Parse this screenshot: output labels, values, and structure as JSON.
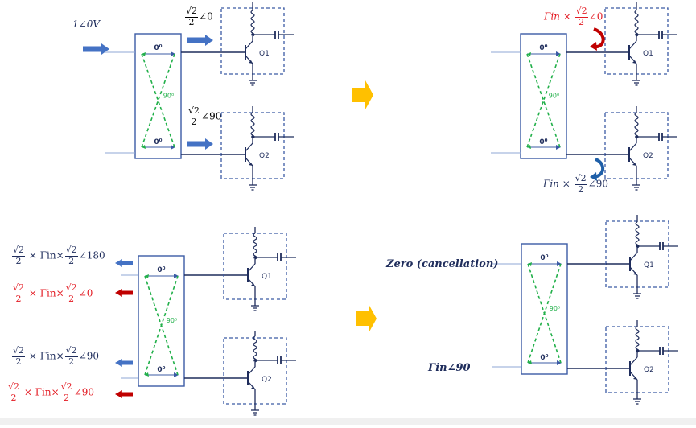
{
  "panels": {
    "top_left": {
      "input_label": "1∠0V",
      "port1_ratio": "√2",
      "port1_den": "2",
      "port1_angle": "∠0",
      "port2_ratio": "√2",
      "port2_den": "2",
      "port2_angle": "∠90",
      "top_phase": "0⁰",
      "mid_phase": "90⁰",
      "bot_phase": "0⁰",
      "q1": "Q1",
      "q2": "Q2"
    },
    "top_right": {
      "refl1_gamma": "Γin",
      "refl1_times": "×",
      "refl1_ratio": "√2",
      "refl1_den": "2",
      "refl1_angle": "∠0",
      "refl2_gamma": "Γin",
      "refl2_times": "×",
      "refl2_ratio": "√2",
      "refl2_den": "2",
      "refl2_angle": "∠90",
      "top_phase": "0⁰",
      "mid_phase": "90⁰",
      "bot_phase": "0⁰",
      "q1": "Q1",
      "q2": "Q2"
    },
    "bottom_left": {
      "line1": {
        "a_num": "√2",
        "a_den": "2",
        "mid": "× Γin×",
        "b_num": "√2",
        "b_den": "2",
        "angle": "∠180",
        "color": "#1f2d5c"
      },
      "line2": {
        "a_num": "√2",
        "a_den": "2",
        "mid": "× Γin×",
        "b_num": "√2",
        "b_den": "2",
        "angle": "∠0",
        "color": "#e31b23"
      },
      "line3": {
        "a_num": "√2",
        "a_den": "2",
        "mid": "× Γin×",
        "b_num": "√2",
        "b_den": "2",
        "angle": "∠90",
        "color": "#1f2d5c"
      },
      "line4": {
        "a_num": "√2",
        "a_den": "2",
        "mid": "× Γin×",
        "b_num": "√2",
        "b_den": "2",
        "angle": "∠90",
        "color": "#e31b23"
      },
      "top_phase": "0⁰",
      "mid_phase": "90⁰",
      "bot_phase": "0⁰",
      "q1": "Q1",
      "q2": "Q2"
    },
    "bottom_right": {
      "result1": "Zero (cancellation)",
      "result2": "Γin∠90",
      "top_phase": "0⁰",
      "mid_phase": "90⁰",
      "bot_phase": "0⁰",
      "q1": "Q1",
      "q2": "Q2"
    }
  },
  "colors": {
    "navy": "#1f2d5c",
    "red": "#e31b23",
    "arrow_blue": "#4472c4",
    "arrow_yellow": "#ffc000",
    "dashed_green": "#22b04a",
    "box_blue": "#3b5ba5",
    "dark_red_arrow": "#c00000",
    "curl_blue": "#1f5fa8"
  },
  "icons": {
    "step_arrow": "right-block-arrow",
    "transistor": "npn-transistor-symbol"
  }
}
